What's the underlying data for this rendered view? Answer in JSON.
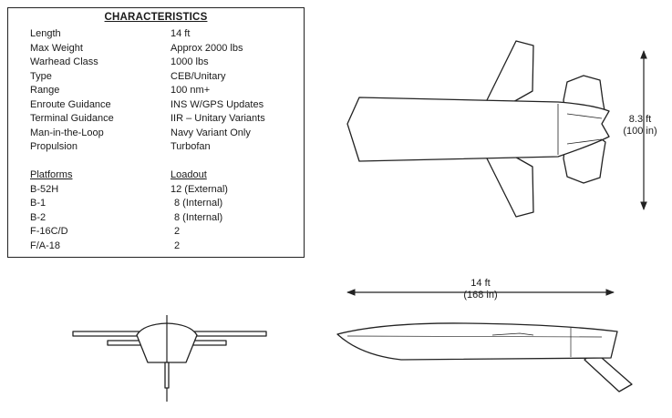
{
  "characteristics": {
    "title": "CHARACTERISTICS",
    "rows": [
      {
        "label": "Length",
        "value": "14 ft"
      },
      {
        "label": "Max Weight",
        "value": "Approx 2000 lbs"
      },
      {
        "label": "Warhead Class",
        "value": "1000 lbs"
      },
      {
        "label": "Type",
        "value": "CEB/Unitary"
      },
      {
        "label": "Range",
        "value": "100 nm+"
      },
      {
        "label": "Enroute Guidance",
        "value": "INS W/GPS Updates"
      },
      {
        "label": "Terminal Guidance",
        "value": "IIR – Unitary Variants"
      },
      {
        "label": "Man-in-the-Loop",
        "value": "Navy Variant Only"
      },
      {
        "label": "Propulsion",
        "value": "Turbofan"
      }
    ],
    "platforms_header": "Platforms",
    "loadout_header": "Loadout",
    "platforms": [
      {
        "platform": "B-52H",
        "loadout": "12 (External)"
      },
      {
        "platform": "B-1",
        "loadout": "8 (Internal)"
      },
      {
        "platform": "B-2",
        "loadout": "8 (Internal)"
      },
      {
        "platform": "F-16C/D",
        "loadout": "2"
      },
      {
        "platform": "F/A-18",
        "loadout": "2"
      }
    ]
  },
  "dimensions": {
    "span_ft": "8.3 ft",
    "span_in": "(100 in)",
    "length_ft": "14 ft",
    "length_in": "(168 in)"
  }
}
